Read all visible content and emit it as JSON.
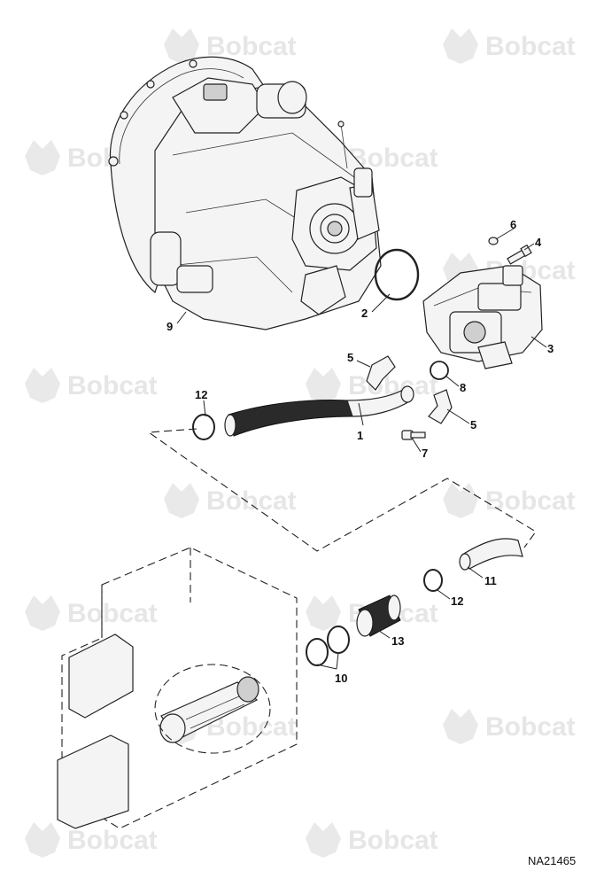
{
  "watermark": {
    "text": "Bobcat",
    "icon": "bobcat-head-logo"
  },
  "callouts": [
    {
      "id": "1",
      "label": "1"
    },
    {
      "id": "2",
      "label": "2"
    },
    {
      "id": "3",
      "label": "3"
    },
    {
      "id": "4",
      "label": "4"
    },
    {
      "id": "5a",
      "label": "5"
    },
    {
      "id": "5b",
      "label": "5"
    },
    {
      "id": "6",
      "label": "6"
    },
    {
      "id": "7",
      "label": "7"
    },
    {
      "id": "8",
      "label": "8"
    },
    {
      "id": "9",
      "label": "9"
    },
    {
      "id": "10",
      "label": "10"
    },
    {
      "id": "11",
      "label": "11"
    },
    {
      "id": "12a",
      "label": "12"
    },
    {
      "id": "12b",
      "label": "12"
    },
    {
      "id": "13",
      "label": "13"
    }
  ],
  "document_id": "NA21465",
  "colors": {
    "line": "#222222",
    "hose": "#2a2a2a",
    "watermark": "#e6e6e6"
  }
}
